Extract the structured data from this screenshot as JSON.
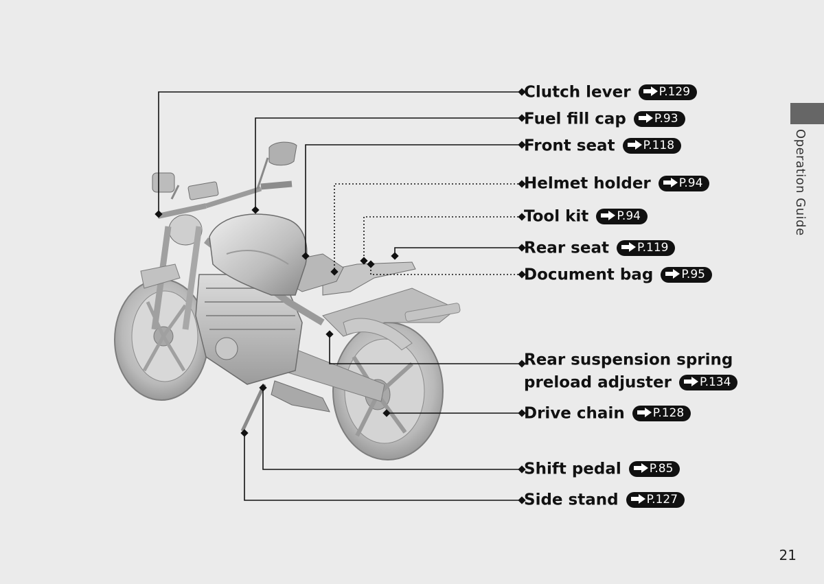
{
  "section_label": "Operation Guide",
  "page_number": "21",
  "callouts": [
    {
      "label": "Clutch lever",
      "page_ref": "P.129",
      "line": "solid"
    },
    {
      "label": "Fuel fill cap",
      "page_ref": "P.93",
      "line": "solid"
    },
    {
      "label": "Front seat",
      "page_ref": "P.118",
      "line": "solid"
    },
    {
      "label": "Helmet holder",
      "page_ref": "P.94",
      "line": "dotted"
    },
    {
      "label": "Tool kit",
      "page_ref": "P.94",
      "line": "dotted"
    },
    {
      "label": "Rear seat",
      "page_ref": "P.119",
      "line": "solid"
    },
    {
      "label": "Document bag",
      "page_ref": "P.95",
      "line": "dotted"
    },
    {
      "label": "Rear suspension spring",
      "label_line2": "preload adjuster",
      "page_ref": "P.134",
      "line": "solid"
    },
    {
      "label": "Drive chain",
      "page_ref": "P.128",
      "line": "solid"
    },
    {
      "label": "Shift pedal",
      "page_ref": "P.85",
      "line": "solid"
    },
    {
      "label": "Side stand",
      "page_ref": "P.127",
      "line": "solid"
    }
  ],
  "colors": {
    "background": "#ebebeb",
    "text": "#111111",
    "badge": "#111111",
    "tab": "#666666"
  },
  "illustration": "motorcycle"
}
